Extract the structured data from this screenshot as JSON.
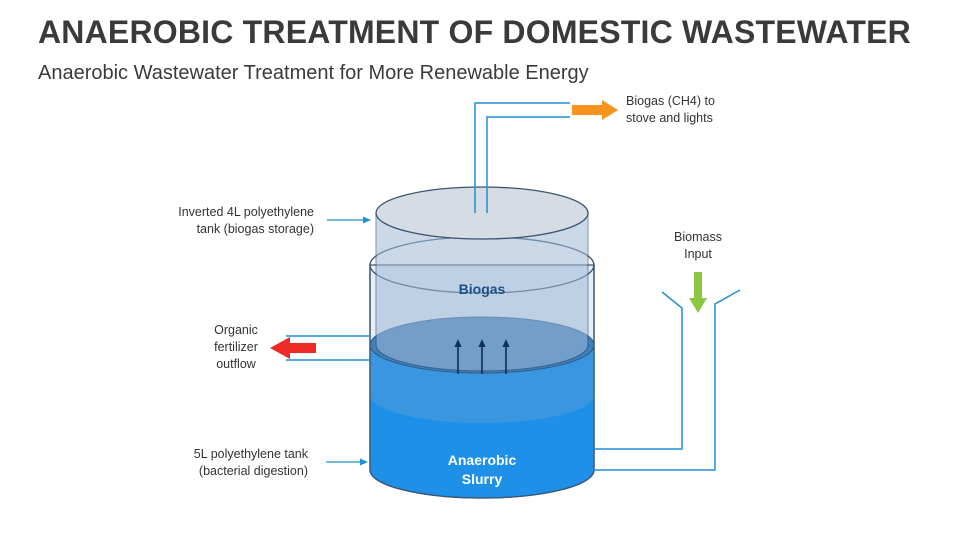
{
  "title": "ANAEROBIC TREATMENT OF DOMESTIC WASTEWATER",
  "subtitle": "Anaerobic Wastewater Treatment for More Renewable Energy",
  "labels": {
    "biogas_out": [
      "Biogas (CH4) to",
      "stove and lights"
    ],
    "inverted_tank": [
      "Inverted 4L polyethylene",
      "tank (biogas storage)"
    ],
    "biomass_input": [
      "Biomass",
      "Input"
    ],
    "organic_fertilizer": [
      "Organic",
      "fertilizer",
      "outflow"
    ],
    "digestion_tank": [
      "5L polyethylene tank",
      "(bacterial digestion)"
    ],
    "biogas_zone": "Biogas",
    "slurry_zone": [
      "Anaerobic",
      "Slurry"
    ]
  },
  "colors": {
    "biogas_arrow": "#f7941d",
    "biomass_arrow": "#8dc63f",
    "fertilizer_arrow": "#ee2a24",
    "slurry": "#1e90e8",
    "pipe": "#1f8fd8",
    "title_text": "#3a3a3a",
    "zone_label": "#1d4f86"
  }
}
